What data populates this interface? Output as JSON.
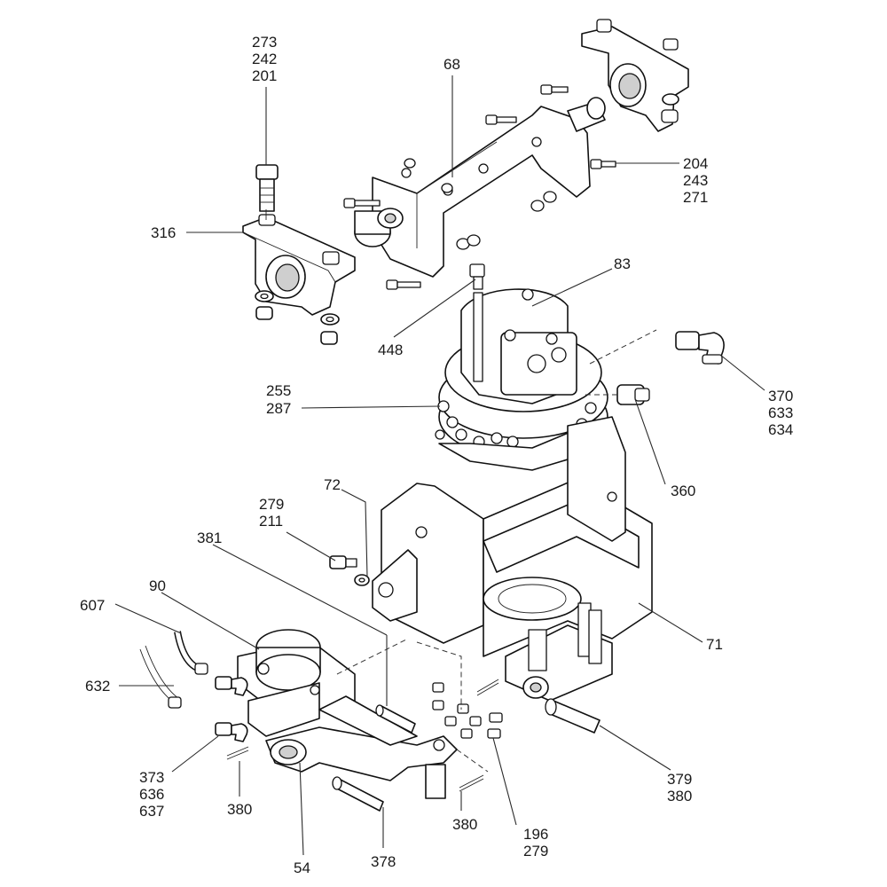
{
  "labels": {
    "l_273_242_201": [
      "273",
      "242",
      "201"
    ],
    "l_68": [
      "68"
    ],
    "l_204_243_271": [
      "204",
      "243",
      "271"
    ],
    "l_316": [
      "316"
    ],
    "l_83": [
      "83"
    ],
    "l_448": [
      "448"
    ],
    "l_370_633_634": [
      "370",
      "633",
      "634"
    ],
    "l_255_287": [
      "255",
      "287"
    ],
    "l_360": [
      "360"
    ],
    "l_72": [
      "72"
    ],
    "l_279_211": [
      "279",
      "211"
    ],
    "l_381": [
      "381"
    ],
    "l_90": [
      "90"
    ],
    "l_607": [
      "607"
    ],
    "l_71": [
      "71"
    ],
    "l_632": [
      "632"
    ],
    "l_379_380": [
      "379",
      "380"
    ],
    "l_373_636_637": [
      "373",
      "636",
      "637"
    ],
    "l_380_a": [
      "380"
    ],
    "l_380_b": [
      "380"
    ],
    "l_196_279": [
      "196",
      "279"
    ],
    "l_54": [
      "54"
    ],
    "l_378": [
      "378"
    ]
  }
}
